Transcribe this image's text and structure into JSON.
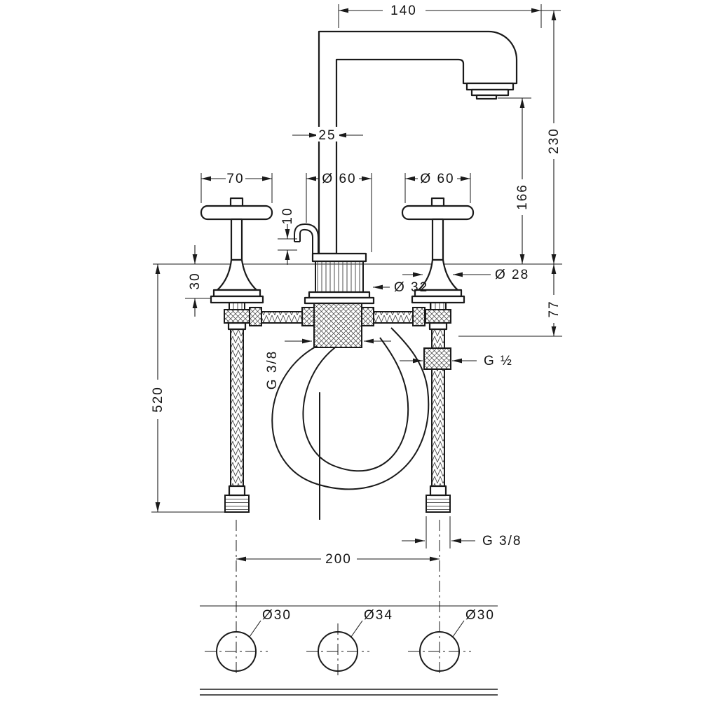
{
  "dimensions": {
    "spout_reach": "140",
    "spout_pipe_width": "25",
    "left_handle_width": "70",
    "left_escutcheon_dia": "Ø 60",
    "right_escutcheon_dia": "Ø 60",
    "lever_height": "10",
    "base_height": "30",
    "total_height": "230",
    "spout_outlet_height": "166",
    "center_escutcheon_dia": "Ø 32",
    "handle_base_dia": "Ø 28",
    "below_deck_height": "77",
    "hose_length": "520",
    "hose_thread": "G 3/8",
    "connector_thread": "G ½",
    "supply_thread": "G 3/8",
    "hole_spacing": "200"
  },
  "mounting_holes": {
    "left": "Ø30",
    "center": "Ø34",
    "right": "Ø30"
  },
  "colors": {
    "line": "#1a1a1a",
    "background": "#ffffff"
  }
}
